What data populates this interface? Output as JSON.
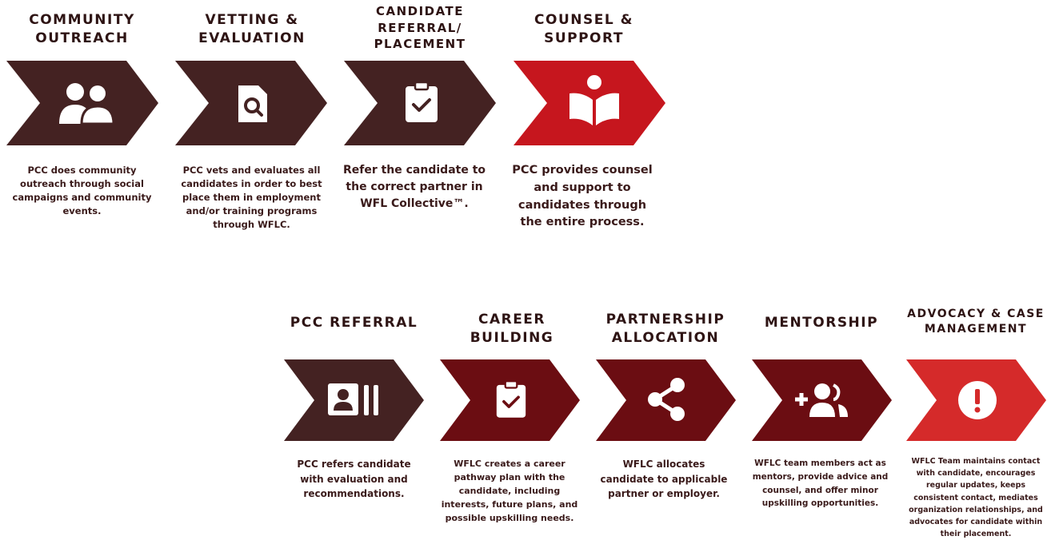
{
  "colors": {
    "dark_brown": "#442222",
    "maroon": "#6b0d12",
    "red": "#c6161e",
    "bright_red": "#d52a2a",
    "title_text": "#2e1414",
    "desc_text": "#3a1a1a"
  },
  "row1": {
    "steps": [
      {
        "title": "COMMUNITY\nOUTREACH",
        "icon": "users-icon",
        "color": "#442222",
        "description": "PCC does community\noutreach through social\ncampaigns and community\nevents."
      },
      {
        "title": "VETTING &\nEVALUATION",
        "icon": "document-search-icon",
        "color": "#442222",
        "description": "PCC vets and evaluates all\ncandidates in order to best\nplace them in employment\nand/or training programs\nthrough WFLC."
      },
      {
        "title": "CANDIDATE\nREFERRAL/\nPLACEMENT",
        "icon": "clipboard-check-icon",
        "color": "#442222",
        "description": "Refer the candidate to\nthe correct partner in\nWFL Collective™."
      },
      {
        "title": "COUNSEL &\nSUPPORT",
        "icon": "reader-book-icon",
        "color": "#c6161e",
        "description": "PCC provides counsel\nand support to\ncandidates through\nthe entire process."
      }
    ]
  },
  "row2": {
    "steps": [
      {
        "title": "PCC REFERRAL",
        "icon": "contact-card-icon",
        "color": "#442222",
        "description": "PCC refers candidate\nwith evaluation and\nrecommendations."
      },
      {
        "title": "CAREER\nBUILDING",
        "icon": "clipboard-check-icon",
        "color": "#6b0d12",
        "description": "WFLC creates a career\npathway plan with the\ncandidate, including\ninterests, future plans, and\npossible upskilling needs."
      },
      {
        "title": "PARTNERSHIP\nALLOCATION",
        "icon": "share-icon",
        "color": "#6b0d12",
        "description": "WFLC allocates\ncandidate to applicable\npartner or employer."
      },
      {
        "title": "MENTORSHIP",
        "icon": "add-users-icon",
        "color": "#6b0d12",
        "description": "WFLC team members act as\nmentors, provide advice and\ncounsel, and offer minor\nupskilling opportunities."
      },
      {
        "title": "ADVOCACY & CASE\nMANAGEMENT",
        "icon": "alert-circle-icon",
        "color": "#d52a2a",
        "description": "WFLC Team maintains contact\nwith candidate, encourages\nregular updates, keeps\nconsistent contact, mediates\norganization relationships, and\nadvocates for candidate within\ntheir placement."
      }
    ]
  }
}
